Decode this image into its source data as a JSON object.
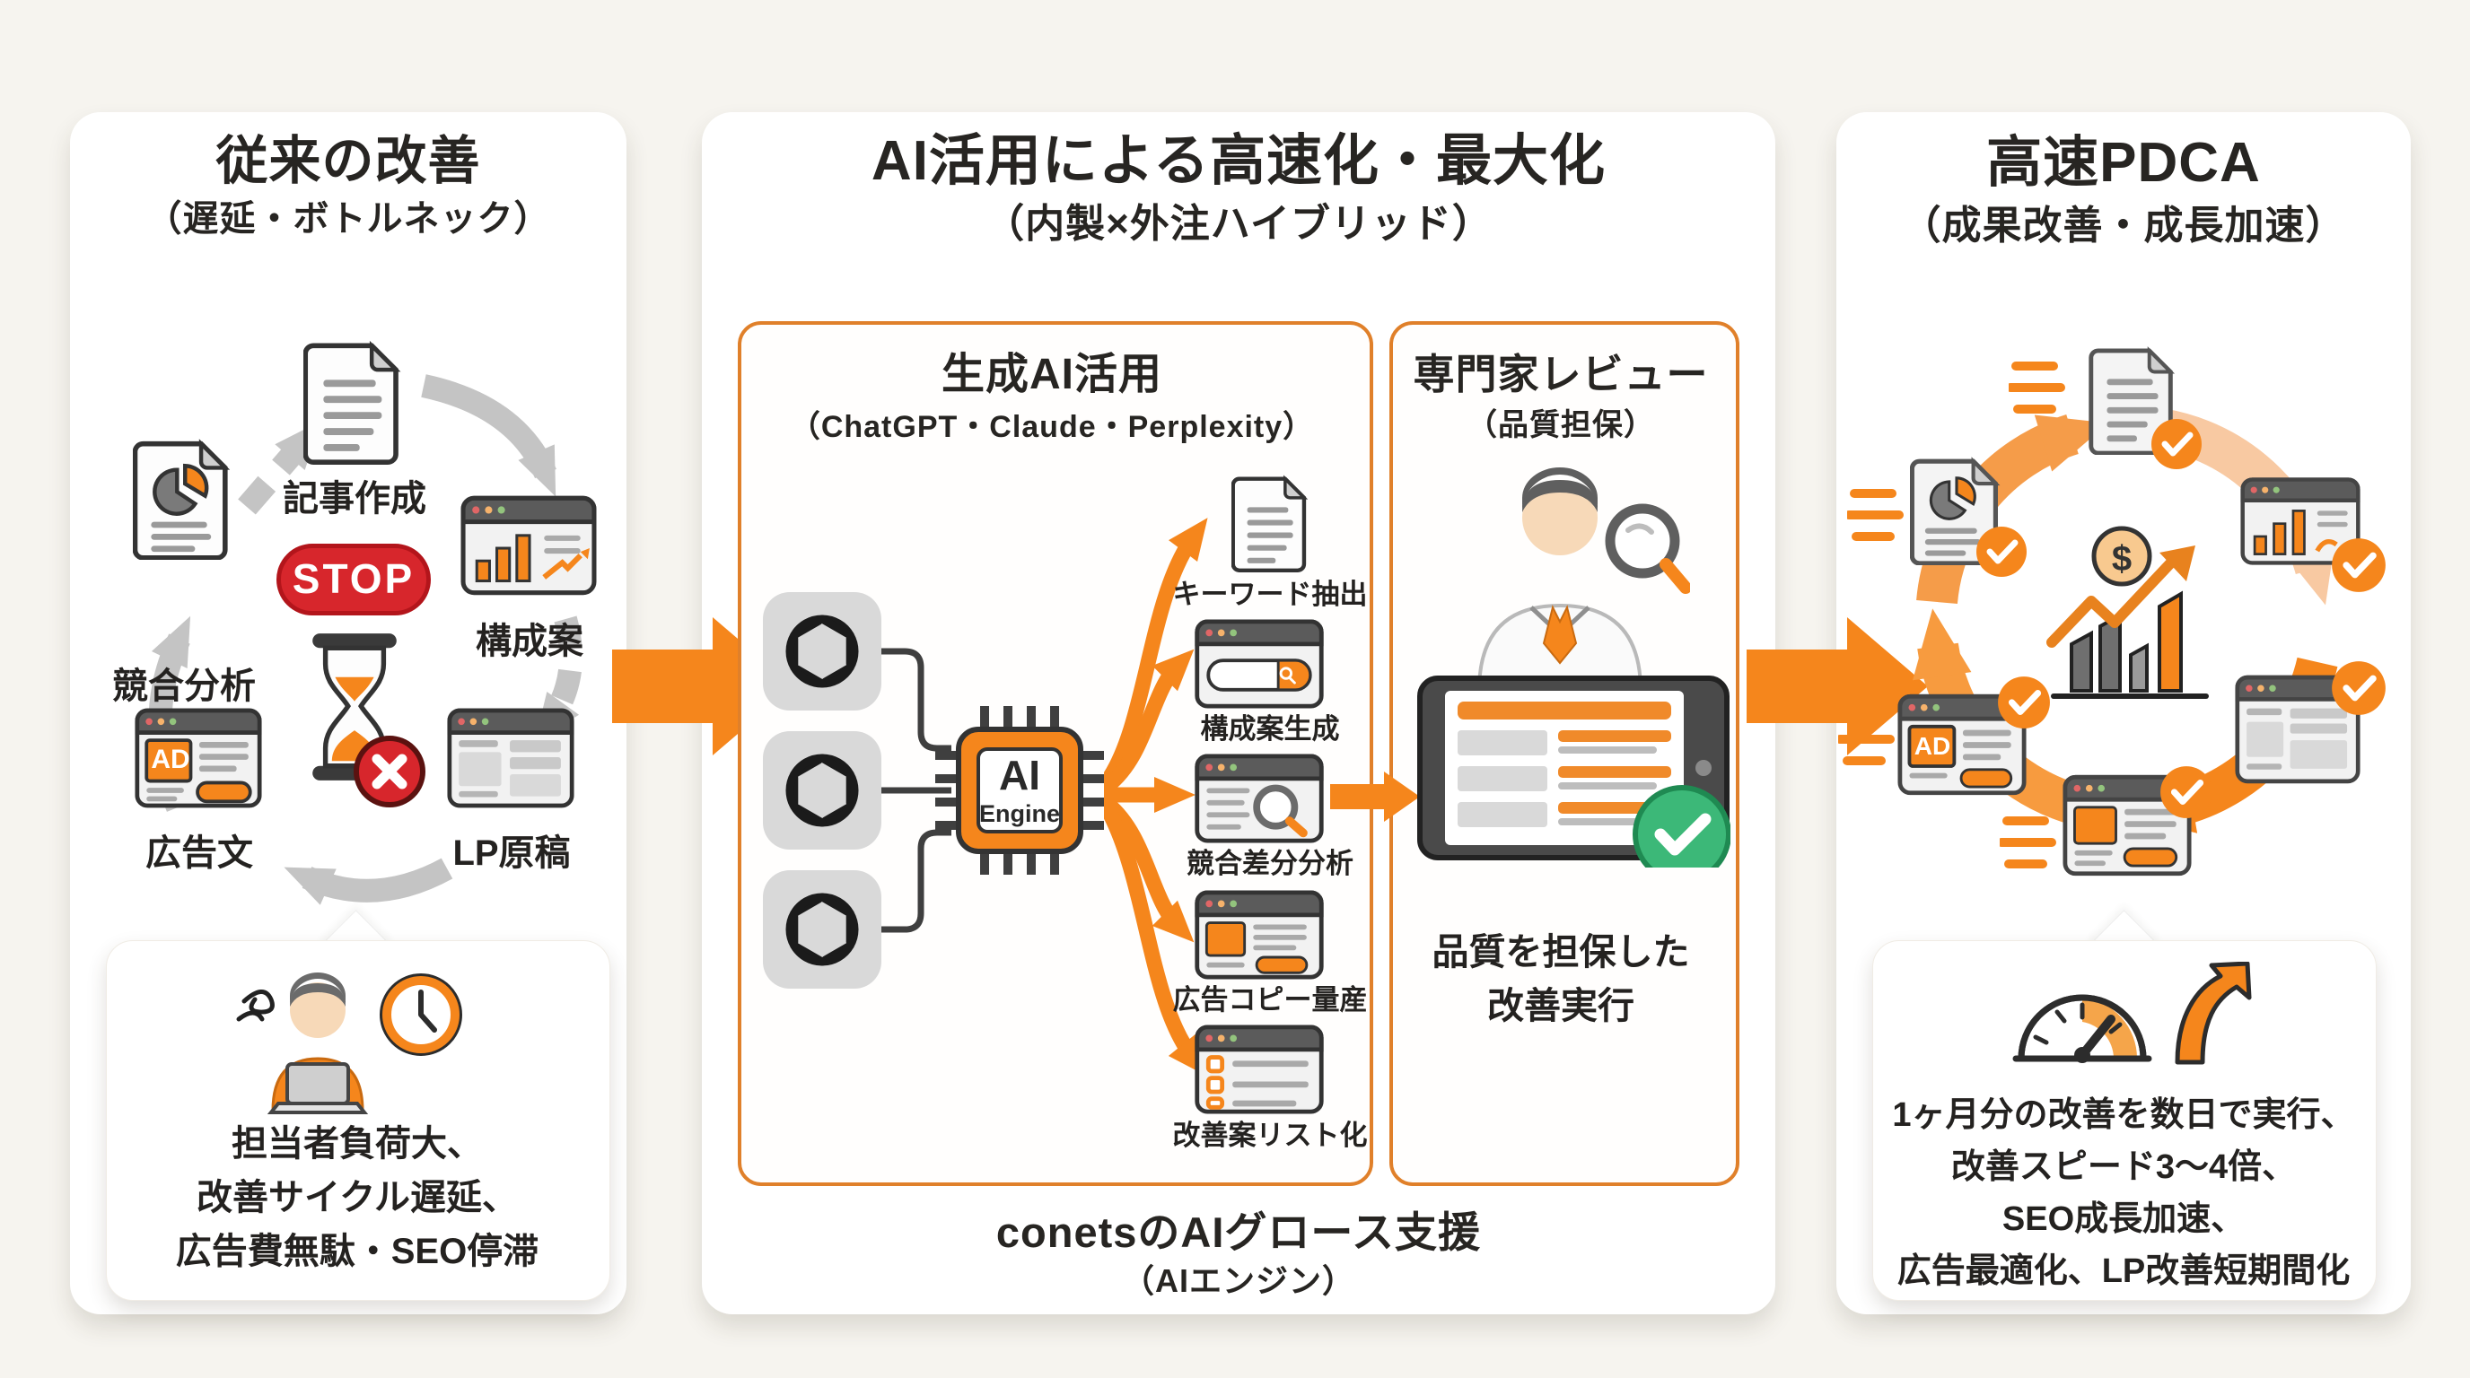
{
  "panels": {
    "left": {
      "title": "従来の改善",
      "subtitle": "（遅延・ボトルネック）",
      "stop_label": "STOP",
      "ad_badge": "AD",
      "cycle": {
        "article": "記事作成",
        "competitor": "競合分析",
        "outline": "構成案",
        "ad_copy": "広告文",
        "lp_draft": "LP原稿"
      },
      "callout": {
        "line1": "担当者負荷大、",
        "line2": "改善サイクル遅延、",
        "line3": "広告費無駄・SEO停滞"
      }
    },
    "middle": {
      "title": "AI活用による高速化・最大化",
      "subtitle": "（内製×外注ハイブリッド）",
      "gen_ai": {
        "title": "生成AI活用",
        "subtitle": "（ChatGPT・Claude・Perplexity）",
        "chip": {
          "line1": "AI",
          "line2": "Engine"
        },
        "outputs": [
          "キーワード抽出",
          "構成案生成",
          "競合差分分析",
          "広告コピー量産",
          "改善案リスト化"
        ]
      },
      "expert": {
        "title": "専門家レビュー",
        "subtitle": "（品質担保）",
        "caption_line1": "品質を担保した",
        "caption_line2": "改善実行"
      },
      "footer": {
        "line1": "conetsのAIグロース支援",
        "line2": "（AIエンジン）"
      }
    },
    "right": {
      "title": "高速PDCA",
      "subtitle": "（成果改善・成長加速）",
      "ad_badge": "AD",
      "coin_symbol": "$",
      "callout": {
        "line1": "1ヶ月分の改善を数日で実行、",
        "line2": "改善スピード3〜4倍、",
        "line3": "SEO成長加速、",
        "line4": "広告最適化、LP改善短期間化"
      }
    }
  },
  "colors": {
    "accent": "#F5861C",
    "accent_light": "#F8C9A2",
    "stop_red": "#D7262C",
    "check_green": "#3CB878",
    "gray_arrow": "#C4C4C4"
  }
}
